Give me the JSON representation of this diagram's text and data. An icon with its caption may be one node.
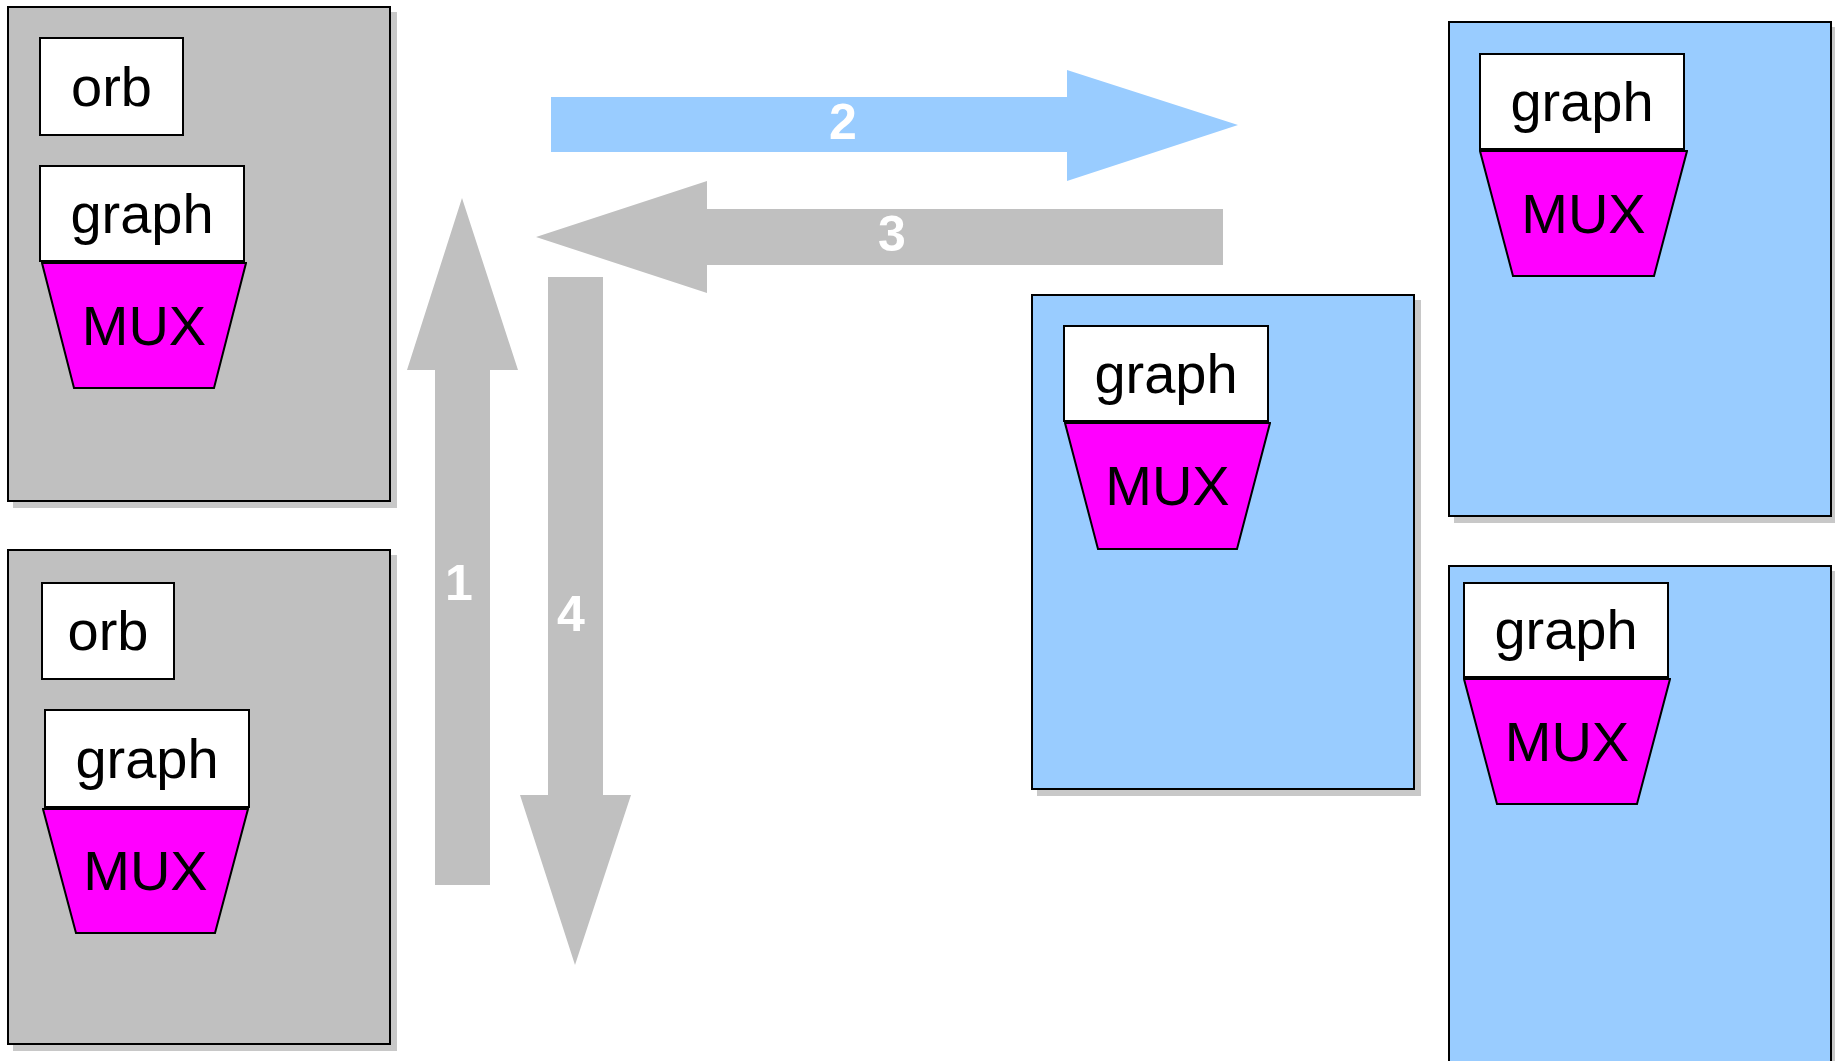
{
  "diagram": {
    "nodes": [
      {
        "text": [],
        "shape": "box"
      },
      {
        "text": [
          "orb"
        ],
        "in": 0
      },
      {
        "text": [
          "graph"
        ],
        "in": 0
      },
      {
        "text": [
          "MUX"
        ],
        "in": 0
      },
      {
        "text": [],
        "shape": "box"
      },
      {
        "text": [
          "orb"
        ],
        "in": 4
      },
      {
        "text": [
          "graph"
        ],
        "in": 4
      },
      {
        "text": [
          "MUX"
        ],
        "in": 4
      },
      {
        "text": [],
        "shape": "box"
      },
      {
        "text": [
          "graph"
        ],
        "in": 8
      },
      {
        "text": [
          "MUX"
        ],
        "in": 8
      },
      {
        "text": [],
        "shape": "box"
      },
      {
        "text": [
          "graph"
        ],
        "in": 11
      },
      {
        "text": [
          "MUX"
        ],
        "in": 11
      },
      {
        "text": [],
        "shape": "box"
      },
      {
        "text": [
          "graph"
        ],
        "in": 14
      },
      {
        "text": [
          "MUX"
        ],
        "in": 14
      }
    ],
    "labels": [
      "2",
      "3",
      "1",
      "4"
    ]
  }
}
